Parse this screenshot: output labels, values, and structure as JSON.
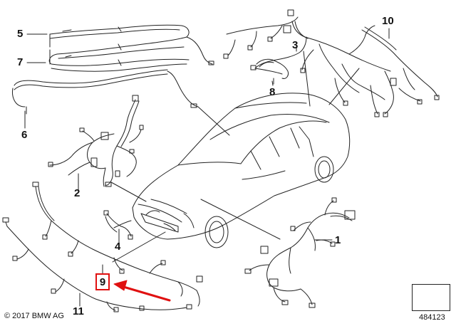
{
  "labels": {
    "l1": "1",
    "l2": "2",
    "l3": "3",
    "l4": "4",
    "l5": "5",
    "l6": "6",
    "l7": "7",
    "l8": "8",
    "l9": "9",
    "l10": "10",
    "l11": "11"
  },
  "footer": {
    "copyright": "© 2017 BMW AG",
    "part_number": "484123"
  },
  "colors": {
    "line": "#222222",
    "highlight": "#e01010"
  },
  "icons": {
    "corner_logo": "tilted-page-arrow-icon"
  }
}
